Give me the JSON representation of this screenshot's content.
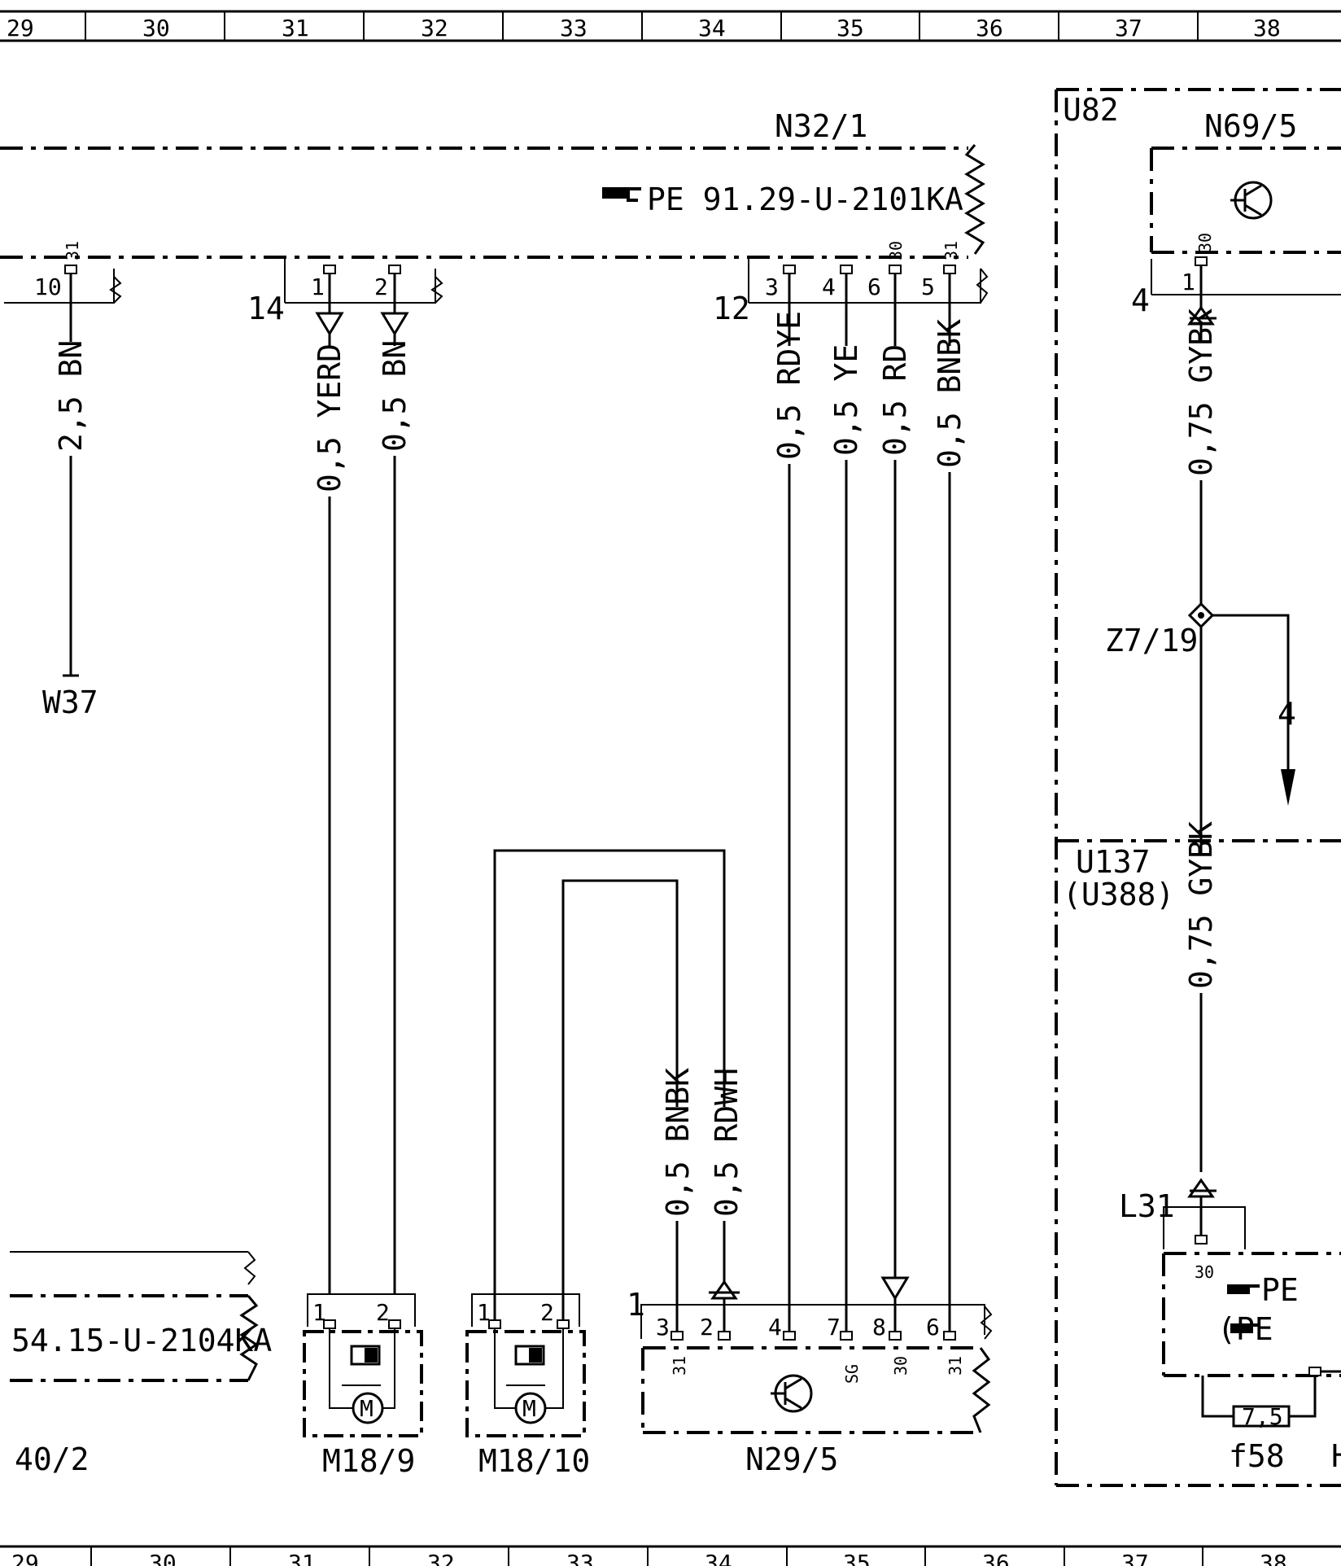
{
  "grid_columns": [
    "29",
    "30",
    "31",
    "32",
    "33",
    "34",
    "35",
    "36",
    "37",
    "38"
  ],
  "components": {
    "n32_1": {
      "id": "N32/1",
      "ref": "PE  91.29-U-2101KA"
    },
    "u82": {
      "id": "U82"
    },
    "n69_5": {
      "id": "N69/5"
    },
    "u137": {
      "id": "U137",
      "alt": "(U388)"
    },
    "n29_5": {
      "id": "N29/5"
    },
    "m18_9": {
      "id": "M18/9"
    },
    "m18_10": {
      "id": "M18/10"
    },
    "w37": {
      "id": "W37"
    },
    "z7_19": {
      "id": "Z7/19"
    },
    "left_ref": {
      "ref": "54.15-U-2104KA",
      "partial_id": "40/2"
    },
    "f58": {
      "id": "f58",
      "rating": "7,5"
    },
    "l31": {
      "id": "L31"
    },
    "pe_refs": [
      "PE",
      "(PE"
    ],
    "right_edge_fragment": "H"
  },
  "connectors": {
    "c10": "10",
    "c14": "14",
    "c12": "12",
    "c4": "4",
    "c1": "1",
    "arrow_ref": "4"
  },
  "pins": {
    "n32_left": [
      "1",
      "2"
    ],
    "n32_right": [
      "3",
      "4",
      "6",
      "5"
    ],
    "n32_w37": "31",
    "n32_30": "30",
    "n32_31": "31",
    "n69_30": "30",
    "n69_pin": "1",
    "u137_30": "30",
    "n29_pins": [
      "3",
      "2",
      "4",
      "7",
      "8",
      "6"
    ],
    "n29_terms": [
      "31",
      "SG",
      "30",
      "31"
    ],
    "m_pins": [
      "1",
      "2"
    ]
  },
  "wires": {
    "w_25bn": "2,5 BN",
    "w_yerd": "0,5 YERD",
    "w_bn": "0,5 BN",
    "w_rdye": "0,5 RDYE",
    "w_ye": "0,5 YE",
    "w_rd": "0,5 RD",
    "w_bnbk": "0,5 BNBK",
    "w_gybk1": "0,75 GYBK",
    "w_gybk2": "0,75 GYBK",
    "w_bnbk2": "0,5 BNBK",
    "w_rdwh": "0,5 RDWH"
  }
}
